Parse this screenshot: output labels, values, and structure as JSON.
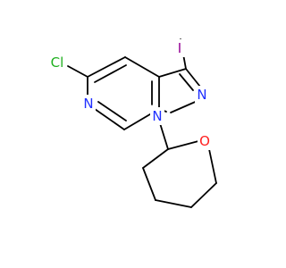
{
  "molecule": {
    "atoms": {
      "cl": {
        "label": "Cl",
        "color": "#1fb01f"
      },
      "i": {
        "label": "I",
        "color": "#940094"
      },
      "n_pyridine": {
        "label": "N",
        "color": "#1f2fff"
      },
      "n2": {
        "label": "N",
        "color": "#1f2fff"
      },
      "n1": {
        "label": "N",
        "color": "#1f2fff"
      },
      "o": {
        "label": "O",
        "color": "#ff1f1f"
      }
    },
    "bond_color": "#000000",
    "background": "#ffffff"
  }
}
